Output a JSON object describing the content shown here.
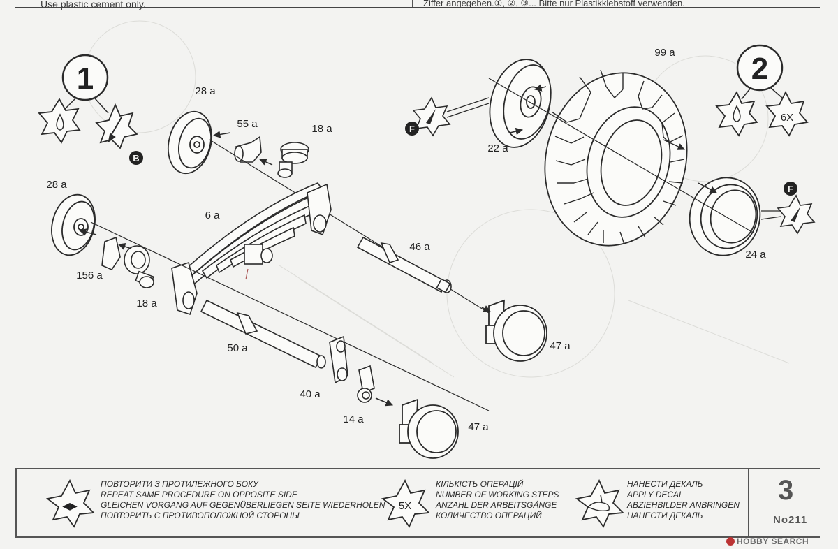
{
  "header": {
    "note_en": "Use plastic cement only.",
    "note_de": "Ziffer angegeben.①, ②, ③... Bitte nur Plastikklebstoff verwenden."
  },
  "steps": [
    {
      "number": "1",
      "symbols": [
        "cement-drop",
        "brush"
      ],
      "color_ref": "B"
    },
    {
      "number": "2",
      "symbols": [
        "cement-drop",
        "6X"
      ],
      "color_ref": "F"
    }
  ],
  "parts": {
    "p99a": "99 a",
    "p28a_top": "28 a",
    "p55a": "55 a",
    "p18a_top": "18 a",
    "p22a": "22 a",
    "p28a_left": "28 a",
    "p6a": "6 a",
    "p46a": "46 a",
    "p24a": "24 a",
    "p156a": "156 a",
    "p18a_bottom": "18 a",
    "p47a_right": "47 a",
    "p50a": "50 a",
    "p40a": "40 a",
    "p14a": "14 a",
    "p47a_bottom": "47 a"
  },
  "color_refs": {
    "F_top": "F",
    "F_right": "F",
    "B": "B"
  },
  "multiplier": "6X",
  "legend": {
    "repeat": {
      "symbol": "◀▶",
      "lines": [
        "ПОВТОРИТИ З ПРОТИЛЕЖНОГО БОКУ",
        "REPEAT SAME PROCEDURE ON OPPOSITE SIDE",
        "GLEICHEN VORGANG AUF GEGENÜBERLIEGEN SEITE WIEDERHOLEN",
        "ПОВТОРИТЬ С ПРОТИВОПОЛОЖНОЙ СТОРОНЫ"
      ]
    },
    "steps": {
      "symbol": "5X",
      "lines": [
        "КІЛЬКІСТЬ ОПЕРАЦІЙ",
        "NUMBER OF WORKING STEPS",
        "ANZAHL DER ARBEITSGÄNGE",
        "КОЛИЧЕСТВО ОПЕРАЦИЙ"
      ]
    },
    "decal": {
      "lines": [
        "НАНЕСТИ ДЕКАЛЬ",
        "APPLY DECAL",
        "ABZIEHBILDER ANBRINGEN",
        "НАНЕСТИ ДЕКАЛЬ"
      ]
    },
    "page_number": "3",
    "kit_number": "No211"
  },
  "watermark": "HOBBY SEARCH",
  "colors": {
    "line": "#2b2b2b",
    "paper": "#f3f3f1",
    "badge": "#222222"
  }
}
